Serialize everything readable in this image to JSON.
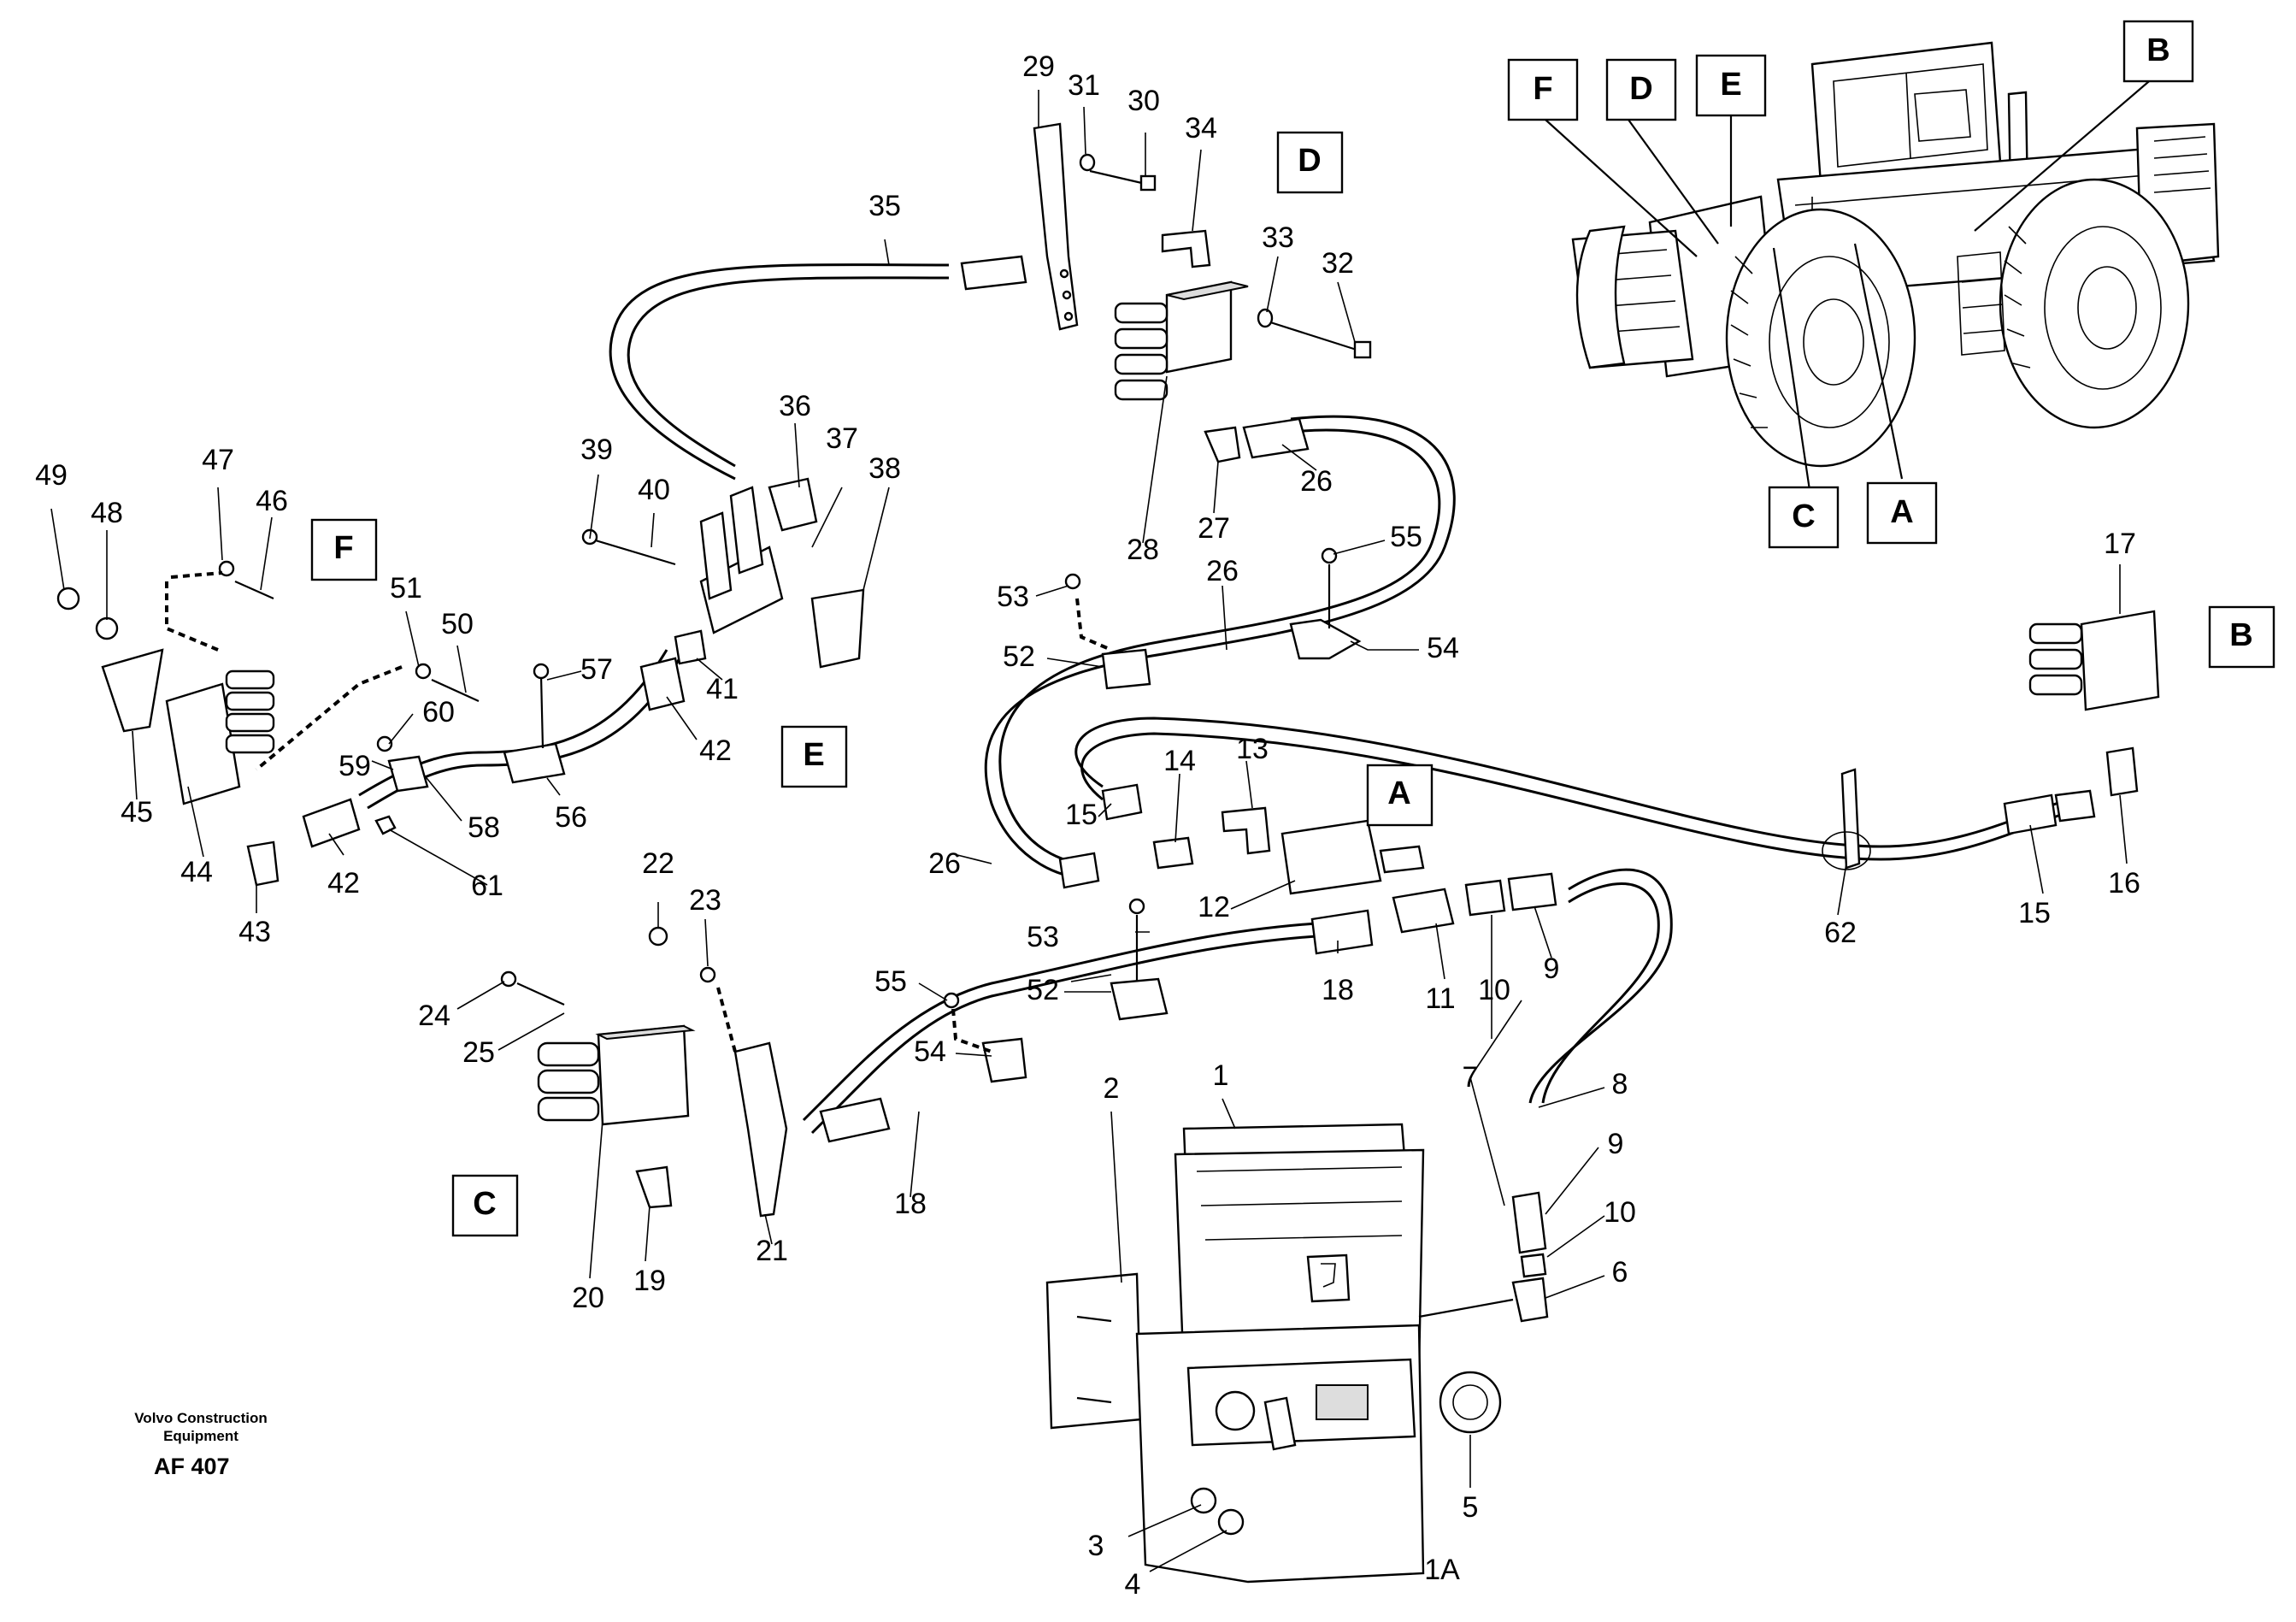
{
  "footer": {
    "brand_line1": "Volvo Construction",
    "brand_line2": "Equipment",
    "drawing_code": "AF 407"
  },
  "section_boxes": [
    "A",
    "B",
    "C",
    "D",
    "E",
    "F"
  ],
  "part_callouts": [
    "1",
    "1A",
    "2",
    "3",
    "4",
    "5",
    "6",
    "7",
    "8",
    "9",
    "9",
    "10",
    "10",
    "11",
    "12",
    "13",
    "14",
    "15",
    "15",
    "16",
    "17",
    "18",
    "18",
    "19",
    "20",
    "21",
    "22",
    "23",
    "24",
    "25",
    "26",
    "26",
    "26",
    "27",
    "28",
    "29",
    "30",
    "31",
    "32",
    "33",
    "34",
    "35",
    "36",
    "37",
    "38",
    "39",
    "40",
    "41",
    "42",
    "42",
    "43",
    "44",
    "45",
    "46",
    "47",
    "48",
    "49",
    "50",
    "51",
    "52",
    "52",
    "53",
    "53",
    "54",
    "54",
    "55",
    "55",
    "56",
    "57",
    "58",
    "59",
    "60",
    "61",
    "62"
  ]
}
